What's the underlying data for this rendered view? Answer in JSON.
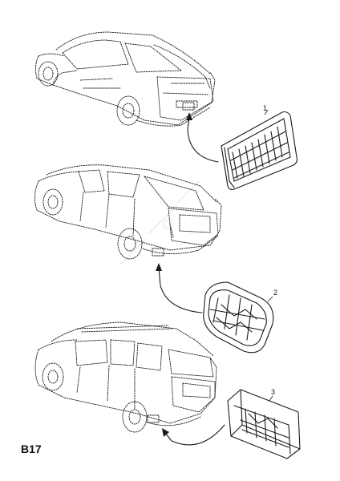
{
  "page": {
    "code": "B17"
  },
  "callouts": [
    {
      "id": "1",
      "label": "1"
    },
    {
      "id": "2",
      "label": "2"
    },
    {
      "id": "3",
      "label": "3"
    }
  ],
  "vehicles": [
    {
      "variant": "hatchback"
    },
    {
      "variant": "estate"
    },
    {
      "variant": "mpv"
    }
  ],
  "parts": [
    {
      "callout": "1",
      "shape": "rectangular-vent"
    },
    {
      "callout": "2",
      "shape": "rounded-vent"
    },
    {
      "callout": "3",
      "shape": "rectangular-vent-angled"
    }
  ]
}
